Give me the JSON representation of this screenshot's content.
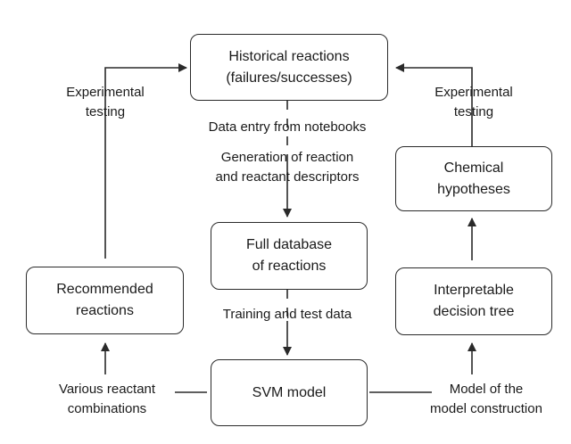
{
  "nodes": {
    "historical_reactions": "Historical reactions\n(failures/successes)",
    "full_database": "Full database\nof reactions",
    "svm_model": "SVM model",
    "recommended_reactions": "Recommended\nreactions",
    "chemical_hypotheses": "Chemical\nhypotheses",
    "decision_tree": "Interpretable\ndecision tree"
  },
  "labels": {
    "experimental_testing_left": "Experimental\ntesting",
    "experimental_testing_right": "Experimental\ntesting",
    "data_entry": "Data entry from notebooks",
    "descriptors": "Generation of reaction\nand reactant descriptors",
    "training_test": "Training and test data",
    "reactant_combinations": "Various reactant\ncombinations",
    "model_construction": "Model of the\nmodel construction"
  }
}
